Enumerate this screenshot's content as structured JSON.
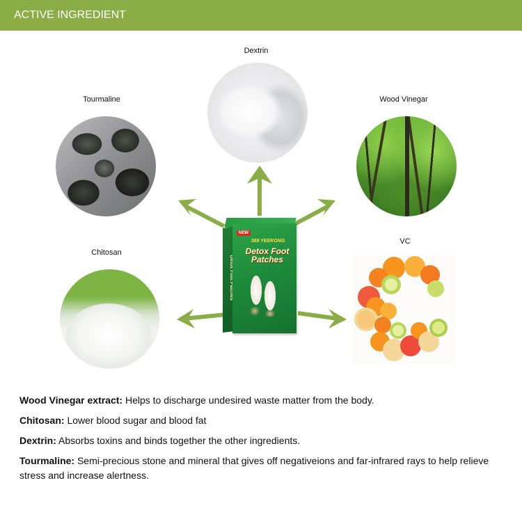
{
  "header": {
    "title": "ACTIVE INGREDIENT",
    "background_color": "#8aae45",
    "text_color": "#ffffff"
  },
  "diagram": {
    "arrow_color": "#8aae45",
    "center_product": {
      "badge": "NEW",
      "brand": "369 YEEKONG",
      "title_line1": "Detox Foot",
      "title_line2": "Patches",
      "side_text": "Detox Foot Patches"
    },
    "ingredients": [
      {
        "name": "Dextrin",
        "image": "white-powder-icon"
      },
      {
        "name": "Tourmaline",
        "image": "dark-rocks-icon"
      },
      {
        "name": "Wood Vinegar",
        "image": "forest-icon"
      },
      {
        "name": "Chitosan",
        "image": "white-powder-icon"
      },
      {
        "name": "VC",
        "image": "citrus-c-icon"
      }
    ]
  },
  "descriptions": [
    {
      "term": "Wood Vinegar extract:",
      "text": " Helps to discharge undesired waste matter from the body."
    },
    {
      "term": "Chitosan:",
      "text": " Lower blood sugar and blood fat"
    },
    {
      "term": "Dextrin:",
      "text": " Absorbs toxins and binds together the other ingredients."
    },
    {
      "term": "Tourmaline:",
      "text": " Semi-precious stone and mineral that gives off negativeions and far-infrared rays to help relieve stress and increase alertness."
    }
  ]
}
